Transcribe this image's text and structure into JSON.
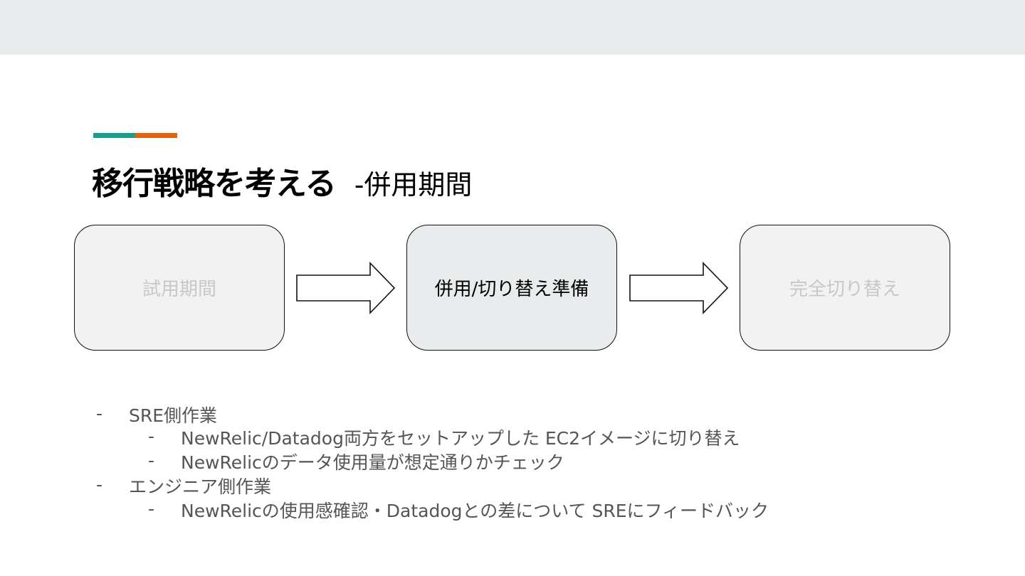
{
  "title": {
    "main": "移行戦略を考える",
    "sub": "-併用期間"
  },
  "flow": [
    {
      "label": "試用期間"
    },
    {
      "label": "併用/切り替え準備"
    },
    {
      "label": "完全切り替え"
    }
  ],
  "bullets": {
    "dash": "-",
    "sre": {
      "label": "SRE側作業",
      "items": [
        "NewRelic/Datadog両方をセットアップした EC2イメージに切り替え",
        "NewRelicのデータ使用量が想定通りかチェック"
      ]
    },
    "engineer": {
      "label": "エンジニア側作業",
      "items": [
        "NewRelicの使用感確認・Datadogとの差について SREにフィードバック"
      ]
    }
  },
  "colors": {
    "topbar": "#e8ecec",
    "accent_teal": "#1a9e8c",
    "accent_orange": "#e0620f",
    "active_box": "#e8ecec",
    "dim_box": "#f2f2f2"
  }
}
